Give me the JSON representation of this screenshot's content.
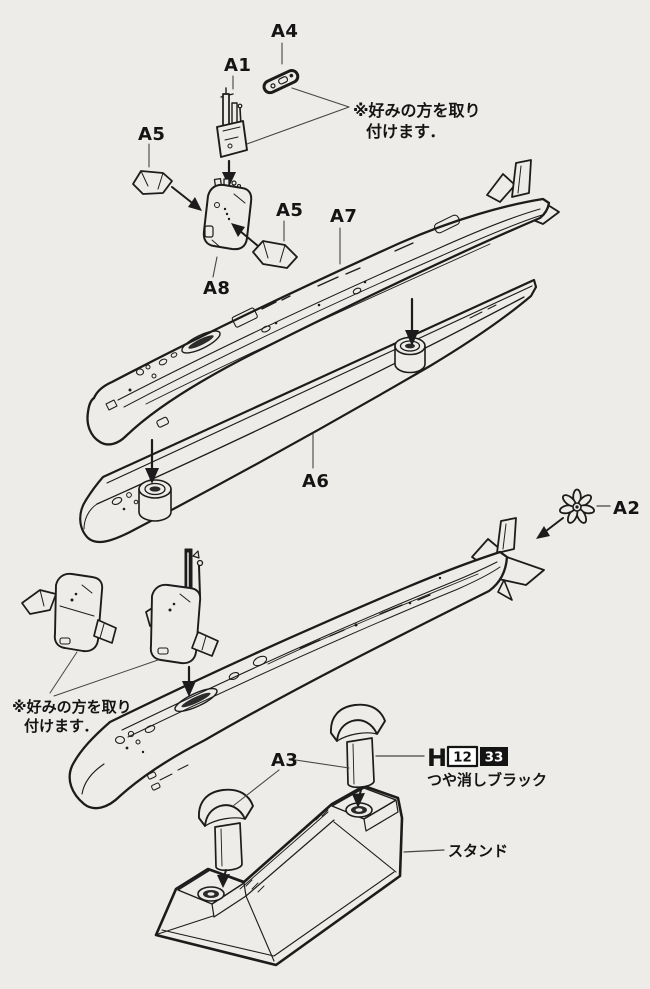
{
  "page": {
    "background": "#edece8",
    "ink": "#1c1c1c"
  },
  "part_labels": {
    "a1": "A1",
    "a2": "A2",
    "a3": "A3",
    "a4": "A4",
    "a5": "A5",
    "a6": "A6",
    "a7": "A7",
    "a8": "A8"
  },
  "notes": {
    "top": {
      "line1": "※好みの方を取り",
      "line2": "付けます．"
    },
    "bottom": {
      "line1": "※好みの方を取り",
      "line2": "付けます．"
    }
  },
  "paint_callout": {
    "prefix": "H",
    "code_left": "12",
    "code_right": "33",
    "name": "つや消しブラック"
  },
  "stand_label": "スタンド"
}
